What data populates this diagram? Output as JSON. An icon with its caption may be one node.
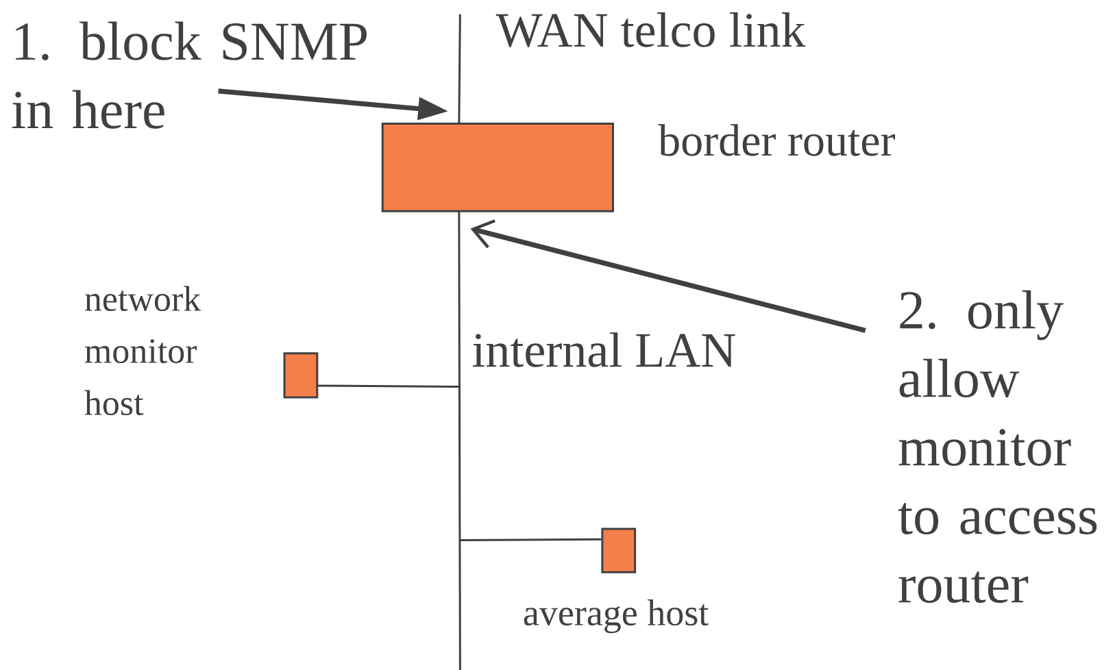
{
  "diagram": {
    "nodes": [
      {
        "text": [],
        "shape": "box",
        "beside": [
          "border router"
        ]
      },
      {
        "text": [],
        "shape": "box",
        "beside": [
          "network monitor host"
        ]
      },
      {
        "text": [],
        "shape": "box",
        "beside": [
          "average host"
        ]
      },
      {
        "text": [
          "1. block SNMP in here"
        ]
      },
      {
        "text": [
          "2. only allow monitor to access router"
        ]
      }
    ],
    "edges": [
      {
        "from": null,
        "to": 0,
        "arrow": "none"
      },
      {
        "from": 0,
        "to": null,
        "arrow": "none"
      },
      {
        "from": 1,
        "to": null,
        "arrow": "none"
      },
      {
        "from": null,
        "to": 2,
        "arrow": "none"
      },
      {
        "from": 3,
        "to": 0,
        "arrow": "to",
        "style": "thick"
      },
      {
        "from": 4,
        "to": 0,
        "arrow": "to",
        "style": "thick"
      }
    ],
    "labels": [
      "WAN telco link",
      "internal LAN"
    ]
  }
}
